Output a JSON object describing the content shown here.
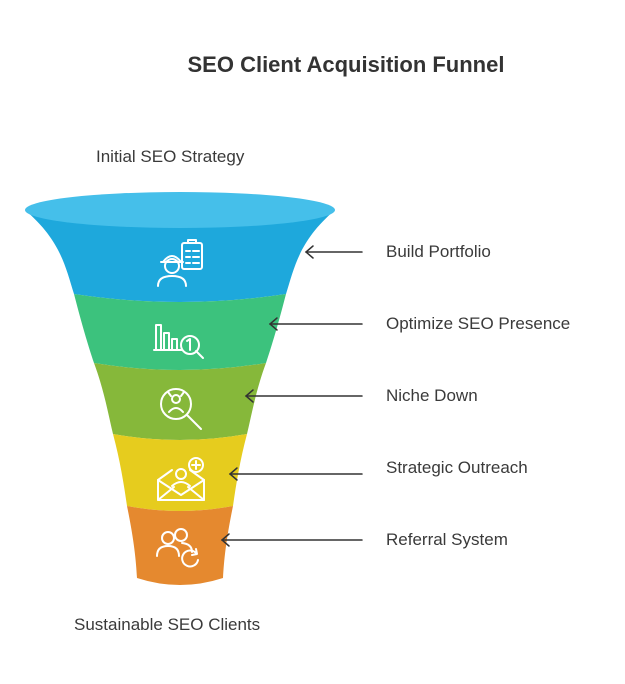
{
  "title": "SEO Client Acquisition Funnel",
  "top_label": "Initial SEO Strategy",
  "bottom_label": "Sustainable SEO Clients",
  "stages": [
    {
      "label": "Build Portfolio",
      "icon": "worker-clipboard-icon",
      "color": "#1EA8DC",
      "rim": "#45BFEA"
    },
    {
      "label": "Optimize SEO Presence",
      "icon": "chart-magnifier-icon",
      "color": "#3CC27D"
    },
    {
      "label": "Niche Down",
      "icon": "target-search-icon",
      "color": "#86B83A"
    },
    {
      "label": "Strategic Outreach",
      "icon": "envelope-person-icon",
      "color": "#E6CC1E"
    },
    {
      "label": "Referral System",
      "icon": "users-refresh-icon",
      "color": "#E5892F"
    }
  ],
  "colors": {
    "arrow": "#333333",
    "text": "#3a3a3a"
  }
}
